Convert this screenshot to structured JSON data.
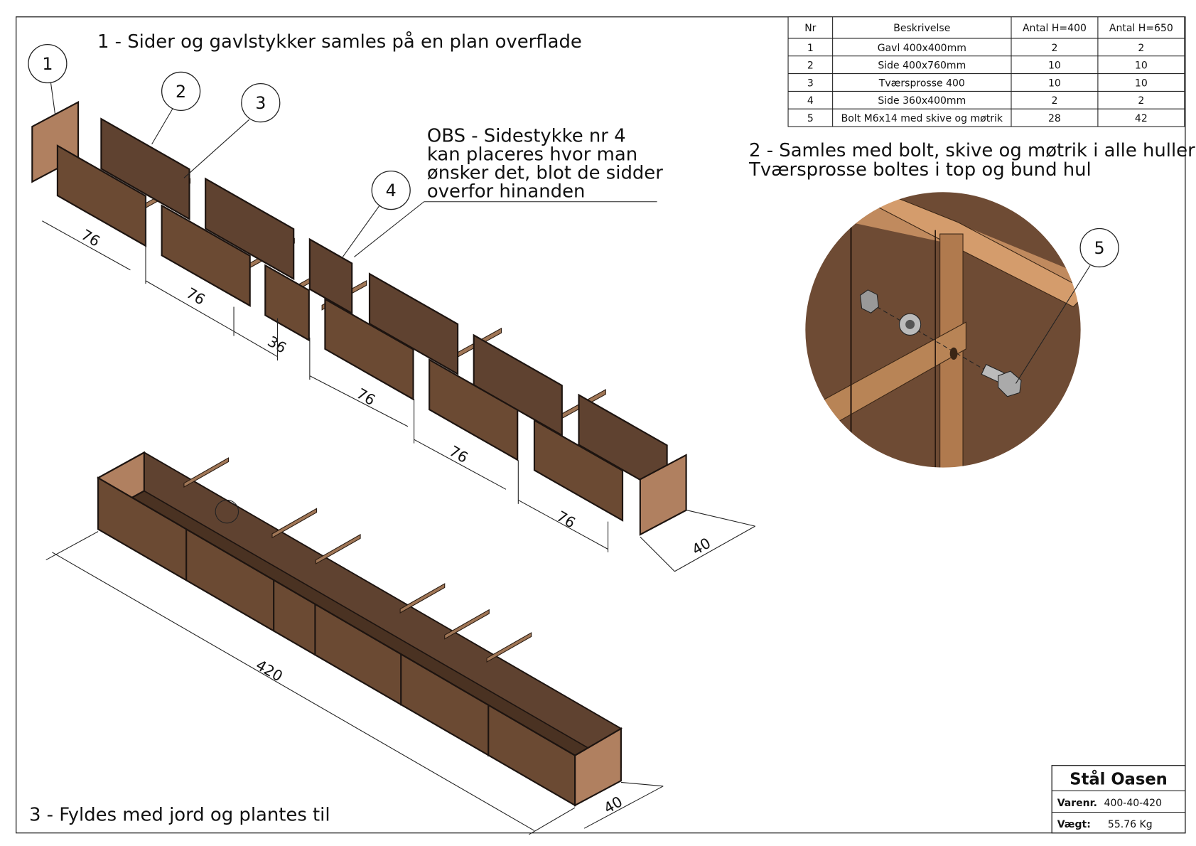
{
  "steps": {
    "step1": "1 - Sider og gavlstykker samles på en plan overflade",
    "step2_line1": "2 - Samles med bolt, skive og møtrik i alle huller",
    "step2_line2": "Tværsprosse boltes i top og bund hul",
    "step3": "3 - Fyldes med jord og plantes til"
  },
  "note": {
    "line1": "OBS - Sidestykke nr 4",
    "line2": "kan placeres hvor man",
    "line3": "ønsker det, blot de sidder",
    "line4": "overfor hinanden"
  },
  "balloons": [
    "1",
    "2",
    "3",
    "4",
    "5"
  ],
  "dimensions": {
    "exploded": [
      "76",
      "76",
      "36",
      "76",
      "76",
      "76",
      "40"
    ],
    "assembled_length": "420",
    "assembled_width": "40"
  },
  "parts_table": {
    "headers": [
      "Nr",
      "Beskrivelse",
      "Antal H=400",
      "Antal H=650"
    ],
    "rows": [
      [
        "1",
        "Gavl 400x400mm",
        "2",
        "2"
      ],
      [
        "2",
        "Side 400x760mm",
        "10",
        "10"
      ],
      [
        "3",
        "Tværsprosse 400",
        "10",
        "10"
      ],
      [
        "4",
        "Side 360x400mm",
        "2",
        "2"
      ],
      [
        "5",
        "Bolt M6x14 med skive og møtrik",
        "28",
        "42"
      ]
    ]
  },
  "title_block": {
    "title": "Stål Oasen",
    "item_no_label": "Varenr.",
    "item_no": "400-40-420",
    "weight_label": "Vægt:",
    "weight": "55.76 Kg"
  },
  "colors": {
    "panel": "#6b4a33",
    "end_panel": "#b08060",
    "border": "#222222"
  }
}
